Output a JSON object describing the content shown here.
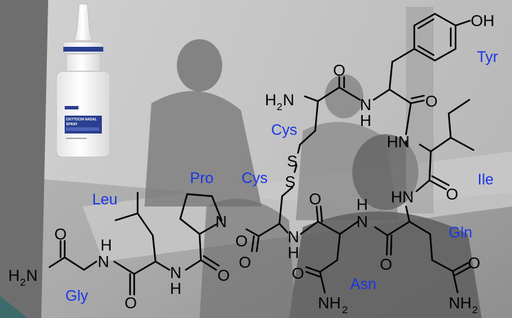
{
  "product": {
    "brand": "",
    "label_line1": "OXYTOCIN NASAL",
    "label_line2": "SPRAY",
    "strength": "",
    "footer": ""
  },
  "atoms": {
    "oh": "OH",
    "h2n_top": "H",
    "h2n_top_sub": "2",
    "h2n_top_n": "N",
    "o_top": "O",
    "nh_top_n": "N",
    "nh_top_h": "H",
    "o_right": "O",
    "hn_right": "HN",
    "s1": "S",
    "s2": "S",
    "o_mid": "O",
    "hn_ile": "HN",
    "o_ile": "O",
    "n_pro": "N",
    "o_pro": "O",
    "n_cys2": "N",
    "h_cys2": "H",
    "o_cys2": "O",
    "n_asn": "N",
    "h_asn": "H",
    "o_asn_bb": "O",
    "o_asn_side": "O",
    "nh2_asn_n": "NH",
    "nh2_asn_sub": "2",
    "o_gln": "O",
    "nh2_gln_n": "NH",
    "nh2_gln_sub": "2",
    "h_gly": "H",
    "n_gly": "N",
    "o_gly": "O",
    "h2n_gly": "H",
    "h2n_gly_sub": "2",
    "h2n_gly_n": "N",
    "o_leu": "O",
    "n_leu": "N",
    "h_leu": "H",
    "o_pro2": "O"
  },
  "residues": {
    "tyr": "Tyr",
    "cys1": "Cys",
    "ile": "Ile",
    "pro": "Pro",
    "cys2": "Cys",
    "leu": "Leu",
    "gln": "Gln",
    "asn": "Asn",
    "gly": "Gly"
  }
}
